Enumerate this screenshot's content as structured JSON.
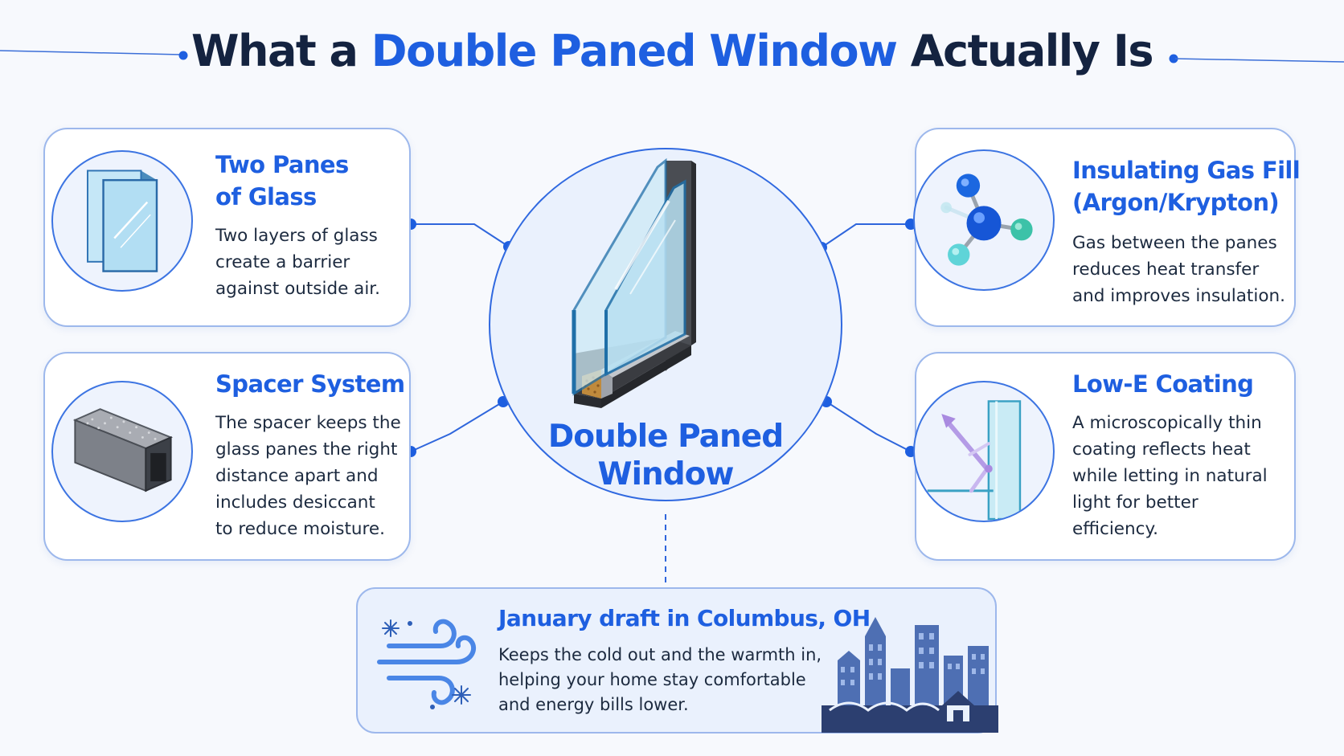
{
  "title": {
    "part1": "What  a ",
    "highlight": "Double Paned Window",
    "part2": " Actually Is"
  },
  "center": {
    "label_line1": "Double Paned",
    "label_line2": "Window"
  },
  "cards": {
    "panes": {
      "title_line1": "Two Panes",
      "title_line2": "of Glass",
      "text_lines": [
        "Two layers of glass",
        "create a barrier",
        "against outside air."
      ]
    },
    "spacer": {
      "title_line1": "Spacer System",
      "text_lines": [
        "The spacer keeps the",
        "glass panes the right",
        "distance apart and",
        "includes desiccant",
        "to reduce moisture."
      ]
    },
    "gas": {
      "title_line1": "Insulating Gas Fill",
      "title_line2": "(Argon/Krypton)",
      "text_lines": [
        "Gas between the panes",
        "reduces heat transfer",
        "and improves insulation."
      ]
    },
    "lowe": {
      "title_line1": "Low-E Coating",
      "text_lines": [
        "A microscopically thin",
        "coating reflects heat",
        "while letting in natural",
        "light for better",
        "efficiency."
      ]
    }
  },
  "banner": {
    "title": "January draft in Columbus, OH",
    "text_lines": [
      "Keeps the cold out and the warmth in,",
      "helping your home stay comfortable",
      "and energy bills lower."
    ]
  },
  "icons": {
    "panes": "glass-pane-icon",
    "spacer": "spacer-bar-icon",
    "gas": "gas-molecule-icon",
    "lowe": "coating-reflection-icon",
    "window": "window-cross-section-icon",
    "wind": "wind-snowflake-icon",
    "city": "city-skyline-icon"
  },
  "colors": {
    "accent": "#1e5fe0",
    "heading": "#142340",
    "card_border": "#9db8ec",
    "glass": "#bfe3f5"
  }
}
